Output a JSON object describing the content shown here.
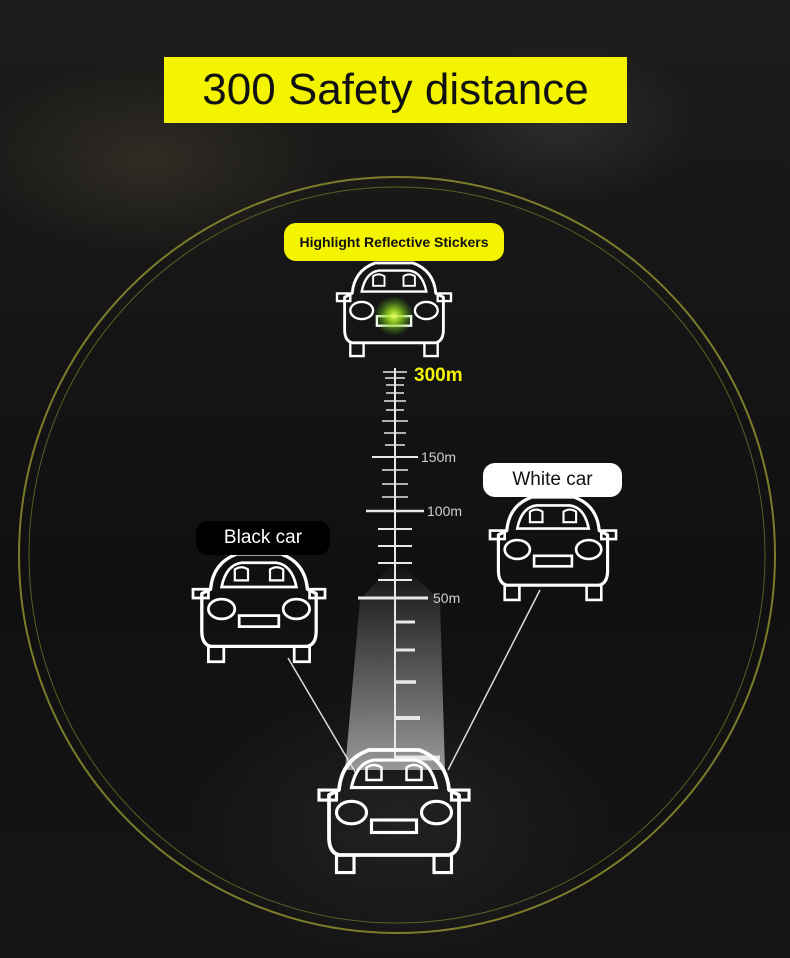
{
  "title": "300 Safety distance",
  "highlight_label": "Highlight Reflective Stickers",
  "black_car_label": "Black car",
  "white_car_label": "White car",
  "scale": {
    "max_label": "300m",
    "marks": [
      "150m",
      "100m",
      "50m"
    ]
  },
  "colors": {
    "accent": "#f4f400",
    "circle": "#8e8f2f"
  },
  "icons": [
    "car-icon",
    "car-icon",
    "car-icon",
    "car-icon"
  ]
}
